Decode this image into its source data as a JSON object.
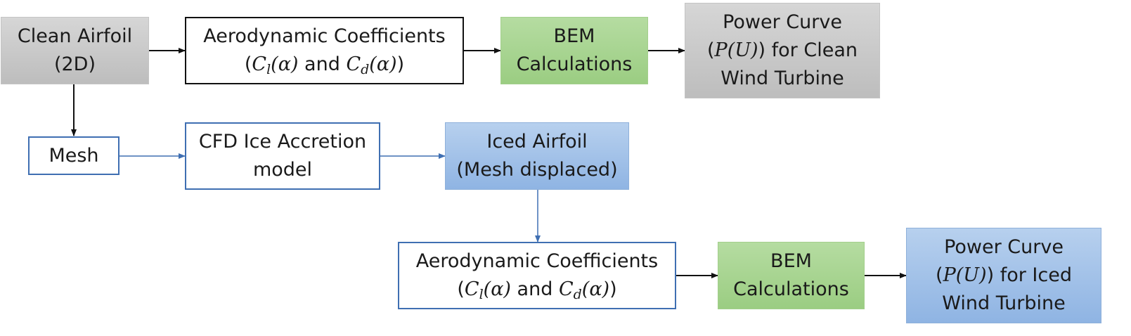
{
  "diagram": {
    "nodes": {
      "clean_airfoil": [
        "Clean Airfoil",
        "(2D)"
      ],
      "aero_top": {
        "line1": "Aerodynamic Coefficients",
        "open": "(",
        "cl_sym": "C",
        "cl_sub": "l",
        "alpha1": "(α)",
        "and": " and ",
        "cd_sym": "C",
        "cd_sub": "d",
        "alpha2": "(α)",
        "close": ")"
      },
      "bem_top": [
        "BEM",
        "Calculations"
      ],
      "power_clean": {
        "line1": "Power Curve",
        "open": "(",
        "p": "P",
        "u": "(U)",
        "close": ")",
        "rest": " for Clean",
        "line3": "Wind Turbine"
      },
      "mesh": "Mesh",
      "cfd": [
        "CFD Ice Accretion",
        "model"
      ],
      "iced_airfoil": [
        "Iced Airfoil",
        "(Mesh displaced)"
      ],
      "aero_bottom": {
        "line1": "Aerodynamic Coefficients",
        "open": "(",
        "cl_sym": "C",
        "cl_sub": "l",
        "alpha1": "(α)",
        "and": " and ",
        "cd_sym": "C",
        "cd_sub": "d",
        "alpha2": "(α)",
        "close": ")"
      },
      "bem_bottom": [
        "BEM",
        "Calculations"
      ],
      "power_iced": {
        "line1": "Power Curve",
        "open": "(",
        "p": "P",
        "u": "(U)",
        "close": ")",
        "rest": " for Iced",
        "line3": "Wind Turbine"
      }
    },
    "colors": {
      "gray_fill": "#c9c9c9",
      "green_fill": "#a9d18e",
      "blue_fill": "#a4c2ea",
      "black_stroke": "#111111",
      "blue_stroke": "#3f6fb2"
    }
  }
}
